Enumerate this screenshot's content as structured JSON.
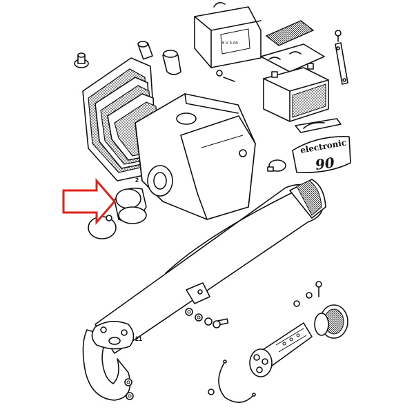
{
  "emblem": {
    "brand": "electronic",
    "number": "90"
  },
  "battery_lid_text": "6 V 4 Ah",
  "callouts": {
    "airbox_part": "2",
    "exhaust_part": "21"
  },
  "pointer": {
    "color": "#e0201b",
    "target": "intake-rubber-boot"
  }
}
